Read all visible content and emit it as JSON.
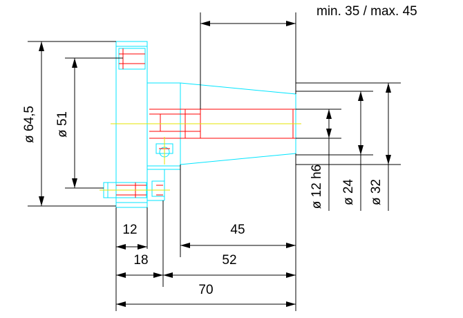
{
  "dimensions": {
    "range": "min. 35 / max. 45",
    "dia_flange": "ø 64,5",
    "dia_bolt_circle": "ø 51",
    "dia_shaft": "ø 12 h6",
    "dia_24": "ø 24",
    "dia_32": "ø 32",
    "len_12": "12",
    "len_18": "18",
    "len_45": "45",
    "len_52": "52",
    "len_70": "70"
  },
  "colors": {
    "outline": "#00e5ff",
    "hidden": "#ff0000",
    "centerline": "#e6e600",
    "dimension": "#000000"
  }
}
